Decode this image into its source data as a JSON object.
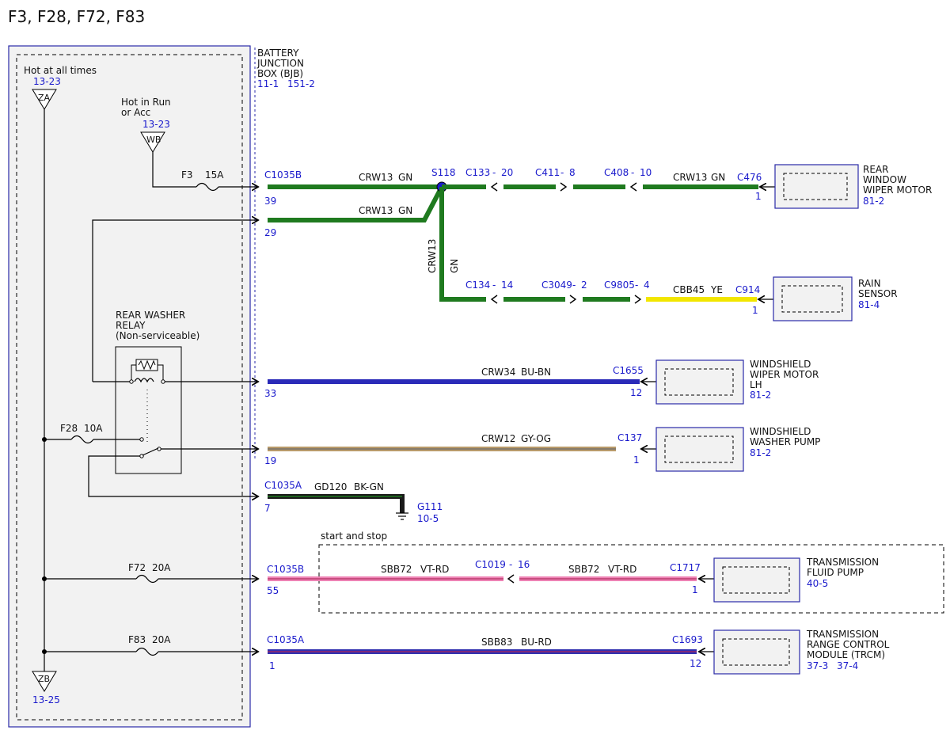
{
  "title": "F3, F28, F72, F83",
  "bjb": {
    "name_lines": [
      "BATTERY",
      "JUNCTION",
      "BOX (BJB)"
    ],
    "refs": [
      "11-1",
      "151-2"
    ]
  },
  "feeds": {
    "za": {
      "label": "Hot at all times",
      "ref": "13-23",
      "tag": "ZA"
    },
    "wb": {
      "label_lines": [
        "Hot in Run",
        "or Acc"
      ],
      "ref": "13-23",
      "tag": "WB"
    },
    "zb": {
      "ref": "13-25",
      "tag": "ZB"
    }
  },
  "fuses": {
    "f3": {
      "name": "F3",
      "rating": "15A"
    },
    "f28": {
      "name": "F28",
      "rating": "10A"
    },
    "f72": {
      "name": "F72",
      "rating": "20A"
    },
    "f83": {
      "name": "F83",
      "rating": "20A"
    }
  },
  "relay": {
    "lines": [
      "REAR WASHER",
      "RELAY",
      "(Non-serviceable)"
    ]
  },
  "connectors": {
    "c1035b_top": "C1035B",
    "c1035b_bottom": "C1035B",
    "c1035a_mid": "C1035A",
    "c1035a_bottom": "C1035A",
    "s118": "S118",
    "c133": "C133",
    "c133_pin": "20",
    "c411": "C411",
    "c411_pin": "8",
    "c408": "C408",
    "c408_pin": "10",
    "c476": "C476",
    "c476_pin": "1",
    "c134": "C134",
    "c134_pin": "14",
    "c3049": "C3049",
    "c3049_pin": "2",
    "c9805": "C9805",
    "c9805_pin": "4",
    "c914": "C914",
    "c914_pin": "1",
    "c1655": "C1655",
    "c1655_pin": "12",
    "c137": "C137",
    "c137_pin": "1",
    "c1019": "C1019",
    "c1019_pin": "16",
    "c1717": "C1717",
    "c1717_pin": "1",
    "c1693": "C1693",
    "c1693_pin": "12",
    "pins": {
      "p39": "39",
      "p29": "29",
      "p33": "33",
      "p19": "19",
      "p7": "7",
      "p55": "55",
      "p1": "1"
    }
  },
  "ground": {
    "name": "G111",
    "ref": "10-5"
  },
  "start_stop_label": "start and stop",
  "wires": {
    "w1_name": "CRW13",
    "w1_color": "GN",
    "w2_name": "CRW13",
    "w2_color": "GN",
    "w3_name": "CRW13",
    "w3_color": "GN",
    "w4_name": "CRW13",
    "w4_color": "GN",
    "w5_name": "CBB45",
    "w5_color": "YE",
    "w6_name": "CRW34",
    "w6_color": "BU-BN",
    "w7_name": "CRW12",
    "w7_color": "GY-OG",
    "w8_name": "GD120",
    "w8_color": "BK-GN",
    "w9_name": "SBB72",
    "w9_color": "VT-RD",
    "w10_name": "SBB72",
    "w10_color": "VT-RD",
    "w11_name": "SBB83",
    "w11_color": "BU-RD"
  },
  "components": {
    "rear_wiper": {
      "lines": [
        "REAR",
        "WINDOW",
        "WIPER MOTOR"
      ],
      "ref": "81-2"
    },
    "rain_sensor": {
      "lines": [
        "RAIN",
        "SENSOR"
      ],
      "ref": "81-4"
    },
    "ws_wiper": {
      "lines": [
        "WINDSHIELD",
        "WIPER MOTOR",
        "LH"
      ],
      "ref": "81-2"
    },
    "ws_pump": {
      "lines": [
        "WINDSHIELD",
        "WASHER PUMP"
      ],
      "ref": "81-2"
    },
    "tfp": {
      "lines": [
        "TRANSMISSION",
        "FLUID PUMP"
      ],
      "ref": "40-5"
    },
    "trcm": {
      "lines": [
        "TRANSMISSION",
        "RANGE CONTROL",
        "MODULE (TRCM)"
      ],
      "refs": [
        "37-3",
        "37-4"
      ]
    }
  },
  "colors": {
    "green": "#1f7a1f",
    "yellow": "#f2e600",
    "blue": "#2a2ab8",
    "tan": "#b89a6a",
    "black_green": "#1a1a1a",
    "pink": "#ee82b4",
    "bu_rd": "#3030b0",
    "ref_blue": "#1a1acc",
    "box_fill": "#f2f2f2",
    "box_border": "#2a2aa8"
  }
}
